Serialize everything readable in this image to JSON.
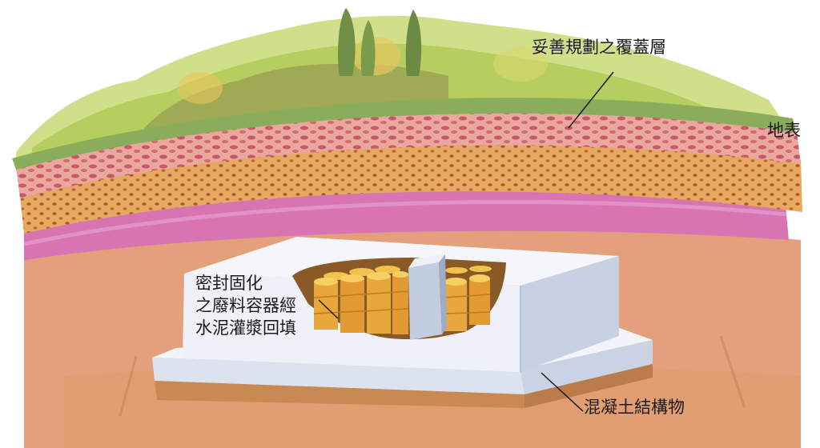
{
  "labels": {
    "cover_layer": "妥善規劃之覆蓋層",
    "ground_surface": "地表",
    "backfill_line1": "密封固化",
    "backfill_line2": "之廢料容器經",
    "backfill_line3": "水泥灌漿回填",
    "concrete_structure": "混凝土結構物"
  },
  "colors": {
    "vegetation": "#b9cf5c",
    "grass": "#8cae5a",
    "red_layer": "#e7a39a",
    "orange_layer": "#e6a55f",
    "pink_layer": "#d673b2",
    "soil": "#e6a17f",
    "concrete": "#eef1f8",
    "drums": "#e8a73a"
  }
}
